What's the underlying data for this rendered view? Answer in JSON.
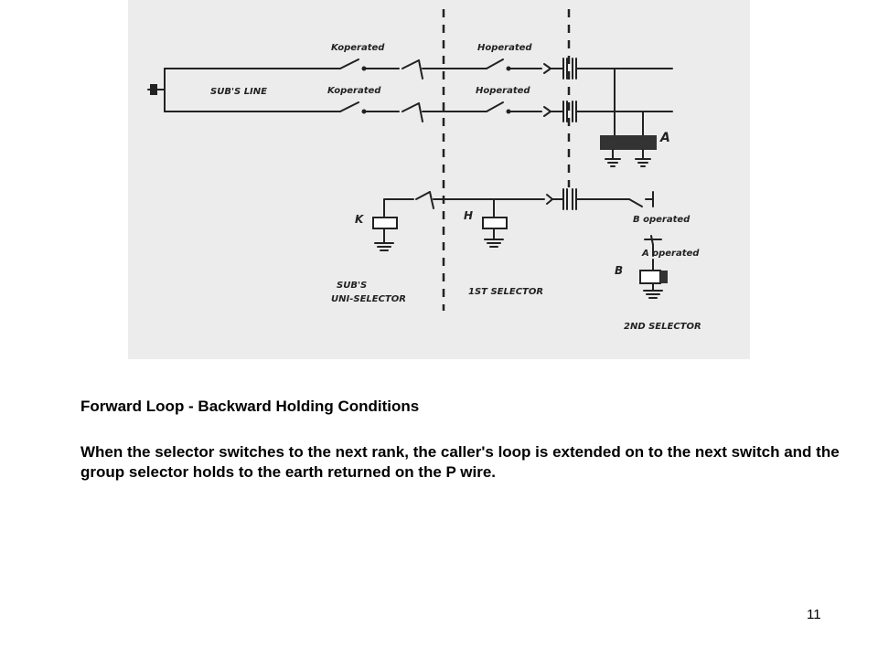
{
  "diagram": {
    "labels": {
      "k_operated_top": "Koperated",
      "h_operated_top": "Hoperated",
      "subs_line": "SUB'S LINE",
      "k_operated_bottom": "Koperated",
      "h_operated_bottom": "Hoperated",
      "relay_a": "A",
      "relay_k": "K",
      "relay_h": "H",
      "b_operated": "B operated",
      "a_operated": "A operated",
      "relay_b": "B",
      "subs_uni_selector_1": "SUB'S",
      "subs_uni_selector_2": "UNI-SELECTOR",
      "first_selector": "1ST SELECTOR",
      "second_selector": "2ND SELECTOR"
    }
  },
  "text": {
    "heading": "Forward Loop - Backward Holding Conditions",
    "body": "When the selector switches to the next rank, the caller's loop is extended on to the next switch and the group selector holds to the earth returned on the P wire."
  },
  "page_number": "11"
}
